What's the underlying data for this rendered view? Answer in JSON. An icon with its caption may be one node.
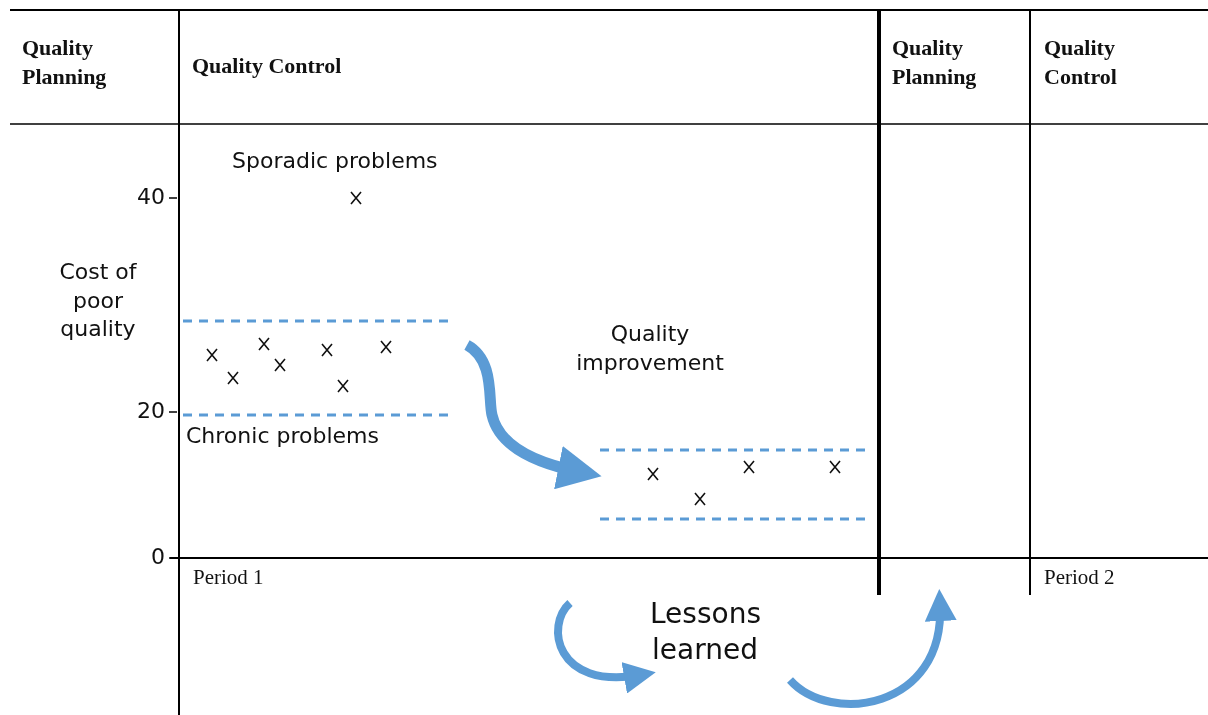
{
  "diagram": {
    "labels": [
      "Quality Planning",
      "Quality Control",
      "Quality Planning",
      "Quality Control",
      "Sporadic problems",
      "40",
      "Cost of poor quality",
      "Quality improvement",
      "20",
      "Chronic problems",
      "0",
      "Period 1",
      "Period 2",
      "Lessons learned"
    ]
  }
}
